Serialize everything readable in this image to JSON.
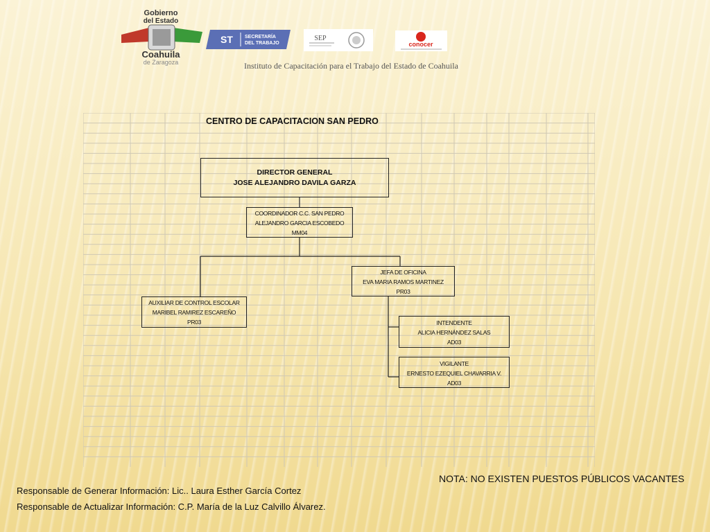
{
  "header": {
    "gov_logo": {
      "line1": "Gobierno",
      "line2": "del Estado",
      "name": "Coahuila",
      "sub": "de Zaragoza"
    },
    "st_logo": {
      "abbr": "ST",
      "line1": "SECRETARÍA",
      "line2": "DEL TRABAJO"
    },
    "sep_logo": {
      "abbr": "SEP"
    },
    "conocer_logo": {
      "text": "conocer"
    },
    "institute": "Instituto de Capacitación para el Trabajo del Estado de Coahuila"
  },
  "org_chart": {
    "title": "CENTRO DE CAPACITACION SAN PEDRO",
    "director": {
      "position": "DIRECTOR GENERAL",
      "name": "JOSE ALEJANDRO DAVILA GARZA"
    },
    "coordinator": {
      "position": "COORDINADOR C.C. SAN PEDRO",
      "name": "ALEJANDRO GARCIA ESCOBEDO",
      "code": "MM04"
    },
    "jefa": {
      "position": "JEFA DE OFICINA",
      "name": "EVA MARIA RAMOS MARTINEZ",
      "code": "PR03"
    },
    "auxiliar": {
      "position": "AUXILIAR DE CONTROL ESCOLAR",
      "name": "MARIBEL RAMIREZ ESCAREÑO",
      "code": "PR03"
    },
    "intendente": {
      "position": "INTENDENTE",
      "name": "ALICIA HERNÁNDEZ SALAS",
      "code": "AD03"
    },
    "vigilante": {
      "position": "VIGILANTE",
      "name": "ERNESTO EZEQUIEL CHAVARRIA V.",
      "code": "AD03"
    }
  },
  "footer": {
    "nota": "NOTA: NO EXISTEN PUESTOS PÚBLICOS VACANTES",
    "resp_generar": "Responsable de Generar Información: Lic.. Laura Esther García Cortez",
    "resp_actualizar": "Responsable de Actualizar Información: C.P. María de la Luz Calvillo Álvarez."
  },
  "colors": {
    "line": "#222222",
    "grid": "#cfc8b4",
    "gov_green": "#3a9a3a",
    "gov_red": "#c0392b",
    "st_blue": "#5b6fb5",
    "conocer_red": "#d9261c"
  }
}
